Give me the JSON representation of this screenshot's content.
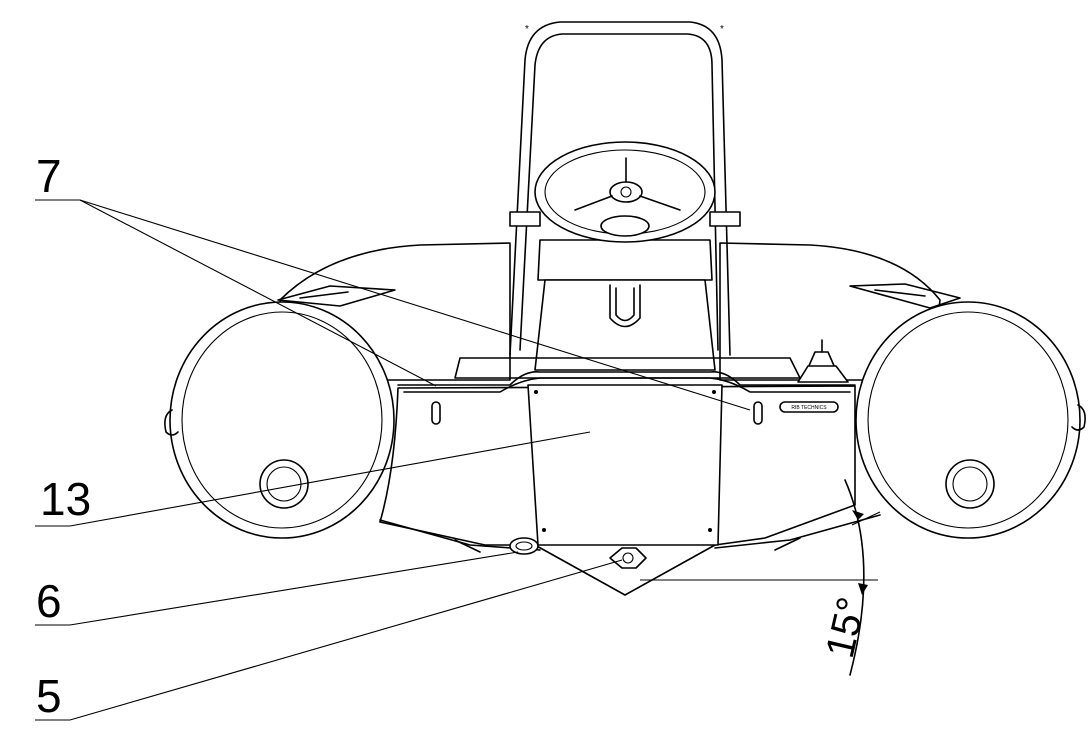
{
  "callouts": [
    {
      "id": "label-7",
      "text": "7"
    },
    {
      "id": "label-13",
      "text": "13"
    },
    {
      "id": "label-6",
      "text": "6"
    },
    {
      "id": "label-5",
      "text": "5"
    }
  ],
  "angle": {
    "text": "15°",
    "degrees": 15
  },
  "brand_plate": {
    "text": "RIB TECHNICS"
  }
}
